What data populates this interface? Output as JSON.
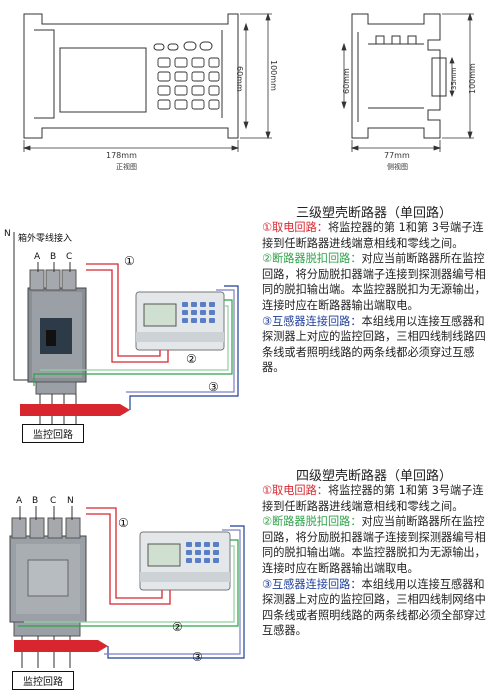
{
  "drawings": {
    "front": {
      "width_label": "178mm",
      "height_outer_label": "100mm",
      "height_inner_label": "60mm",
      "caption": "正视图"
    },
    "side": {
      "width_label": "77mm",
      "height_outer_label": "100mm",
      "height_inner_label": "60mm",
      "depth_label": "35mm",
      "caption": "侧视图"
    }
  },
  "section1": {
    "title": "三级塑壳断路器（单回路）",
    "n_label": "N",
    "zero_line_label": "箱外零线接入",
    "phases": [
      "A",
      "B",
      "C"
    ],
    "monitor_label": "监控回路",
    "circles": [
      "①",
      "②",
      "③"
    ],
    "p1_head": "①取电回路：",
    "p1_body": "将监控器的第 1和第 3号端子连接到任断路器进线端意相线和零线之间。",
    "p2_head": "②断路器脱扣回路：",
    "p2_body": "对应当前断路器所在监控回路，将分励脱扣器端子连接到探测器编号相同的脱扣输出端。本监控器脱扣为无源输出，连接时应在断路器输出端取电。",
    "p3_head": "③互感器连接回路：",
    "p3_body": "本组线用以连接互感器和探测器上对应的监控回路，三相四线制线路四条线或者照明线路的两条线都必须穿过互感器。"
  },
  "section2": {
    "title": "四级塑壳断路器（单回路）",
    "phases": [
      "A",
      "B",
      "C",
      "N"
    ],
    "monitor_label": "监控回路",
    "circles": [
      "①",
      "②",
      "③"
    ],
    "p1_head": "①取电回路：",
    "p1_body": "将监控器的第 1和第 3号端子连接到任断路器进线端意相线和零线之间。",
    "p2_head": "②断路器脱扣回路：",
    "p2_body": "对应当前断路器所在监控回路，将分励脱扣器端子连接到探测器编号相同的脱扣输出端。本监控器脱扣为无源输出，连接时应在断路器输出端取电。",
    "p3_head": "③互感器连接回路：",
    "p3_body": "本组线用以连接互感器和探测器上对应的监控回路，三相四线制网络中四条线或者照明线路的两条线都必须全部穿过互感器。"
  },
  "colors": {
    "red": "#d8262e",
    "green": "#2fa24a",
    "blue": "#1f3f9a",
    "line": "#333333"
  }
}
